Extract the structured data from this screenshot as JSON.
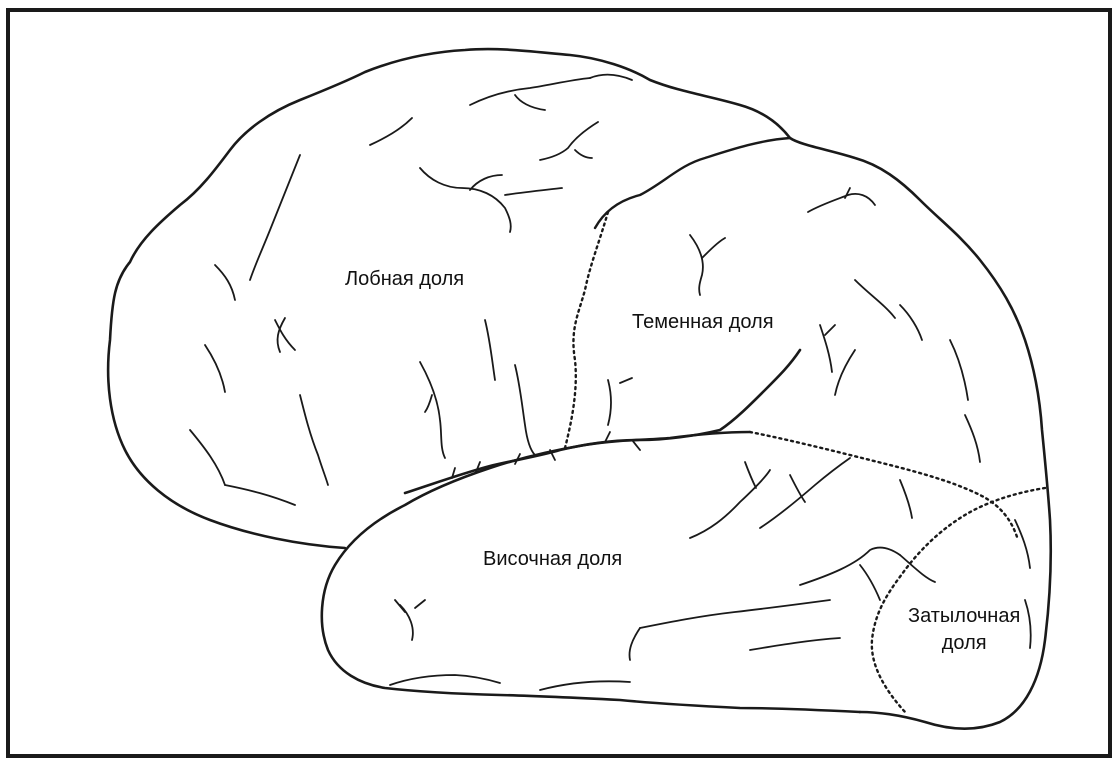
{
  "diagram": {
    "lobes": {
      "frontal": "Лобная доля",
      "parietal": "Теменная доля",
      "temporal": "Височная доля",
      "occipital_line1": "Затылочная",
      "occipital_line2": "доля"
    },
    "colors": {
      "stroke": "#1a1a1a",
      "background": "#ffffff"
    }
  }
}
